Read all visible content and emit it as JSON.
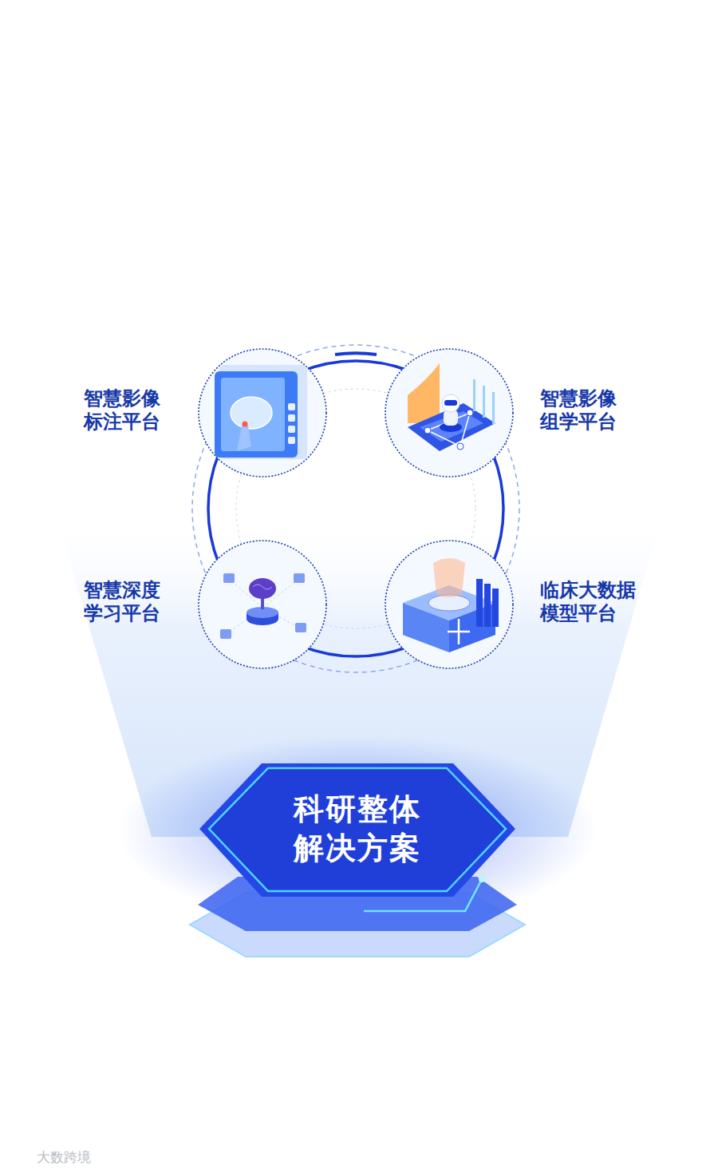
{
  "diagram": {
    "nodes": [
      {
        "text": [
          "智慧影像 标注平台"
        ]
      },
      {
        "text": [
          "智慧影像 组学平台"
        ]
      },
      {
        "text": [
          "智慧深度 学习平台"
        ]
      },
      {
        "text": [
          "临床大数据 模型平台"
        ]
      },
      {
        "text": [
          "科研整体 解决方案"
        ]
      }
    ],
    "labels": [
      "大数跨境"
    ]
  }
}
